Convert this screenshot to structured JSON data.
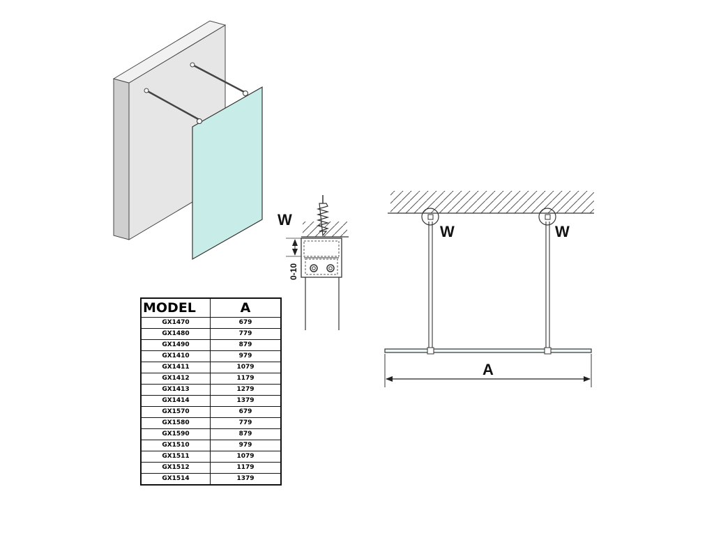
{
  "detail_labels": {
    "wall_mount_label": "W",
    "height_adjust_label": "0-10"
  },
  "plan_labels": {
    "left_mount_label": "W",
    "right_mount_label": "W",
    "width_label": "A"
  },
  "table": {
    "headers": [
      "MODEL",
      "A"
    ],
    "rows": [
      [
        "GX1470",
        "679"
      ],
      [
        "GX1480",
        "779"
      ],
      [
        "GX1490",
        "879"
      ],
      [
        "GX1410",
        "979"
      ],
      [
        "GX1411",
        "1079"
      ],
      [
        "GX1412",
        "1179"
      ],
      [
        "GX1413",
        "1279"
      ],
      [
        "GX1414",
        "1379"
      ],
      [
        "GX1570",
        "679"
      ],
      [
        "GX1580",
        "779"
      ],
      [
        "GX1590",
        "879"
      ],
      [
        "GX1510",
        "979"
      ],
      [
        "GX1511",
        "1079"
      ],
      [
        "GX1512",
        "1179"
      ],
      [
        "GX1514",
        "1379"
      ]
    ]
  },
  "colors": {
    "glass": "#c8ece7",
    "wall_face": "#e6e6e6",
    "wall_side": "#cfcfcf",
    "line": "#333333"
  }
}
